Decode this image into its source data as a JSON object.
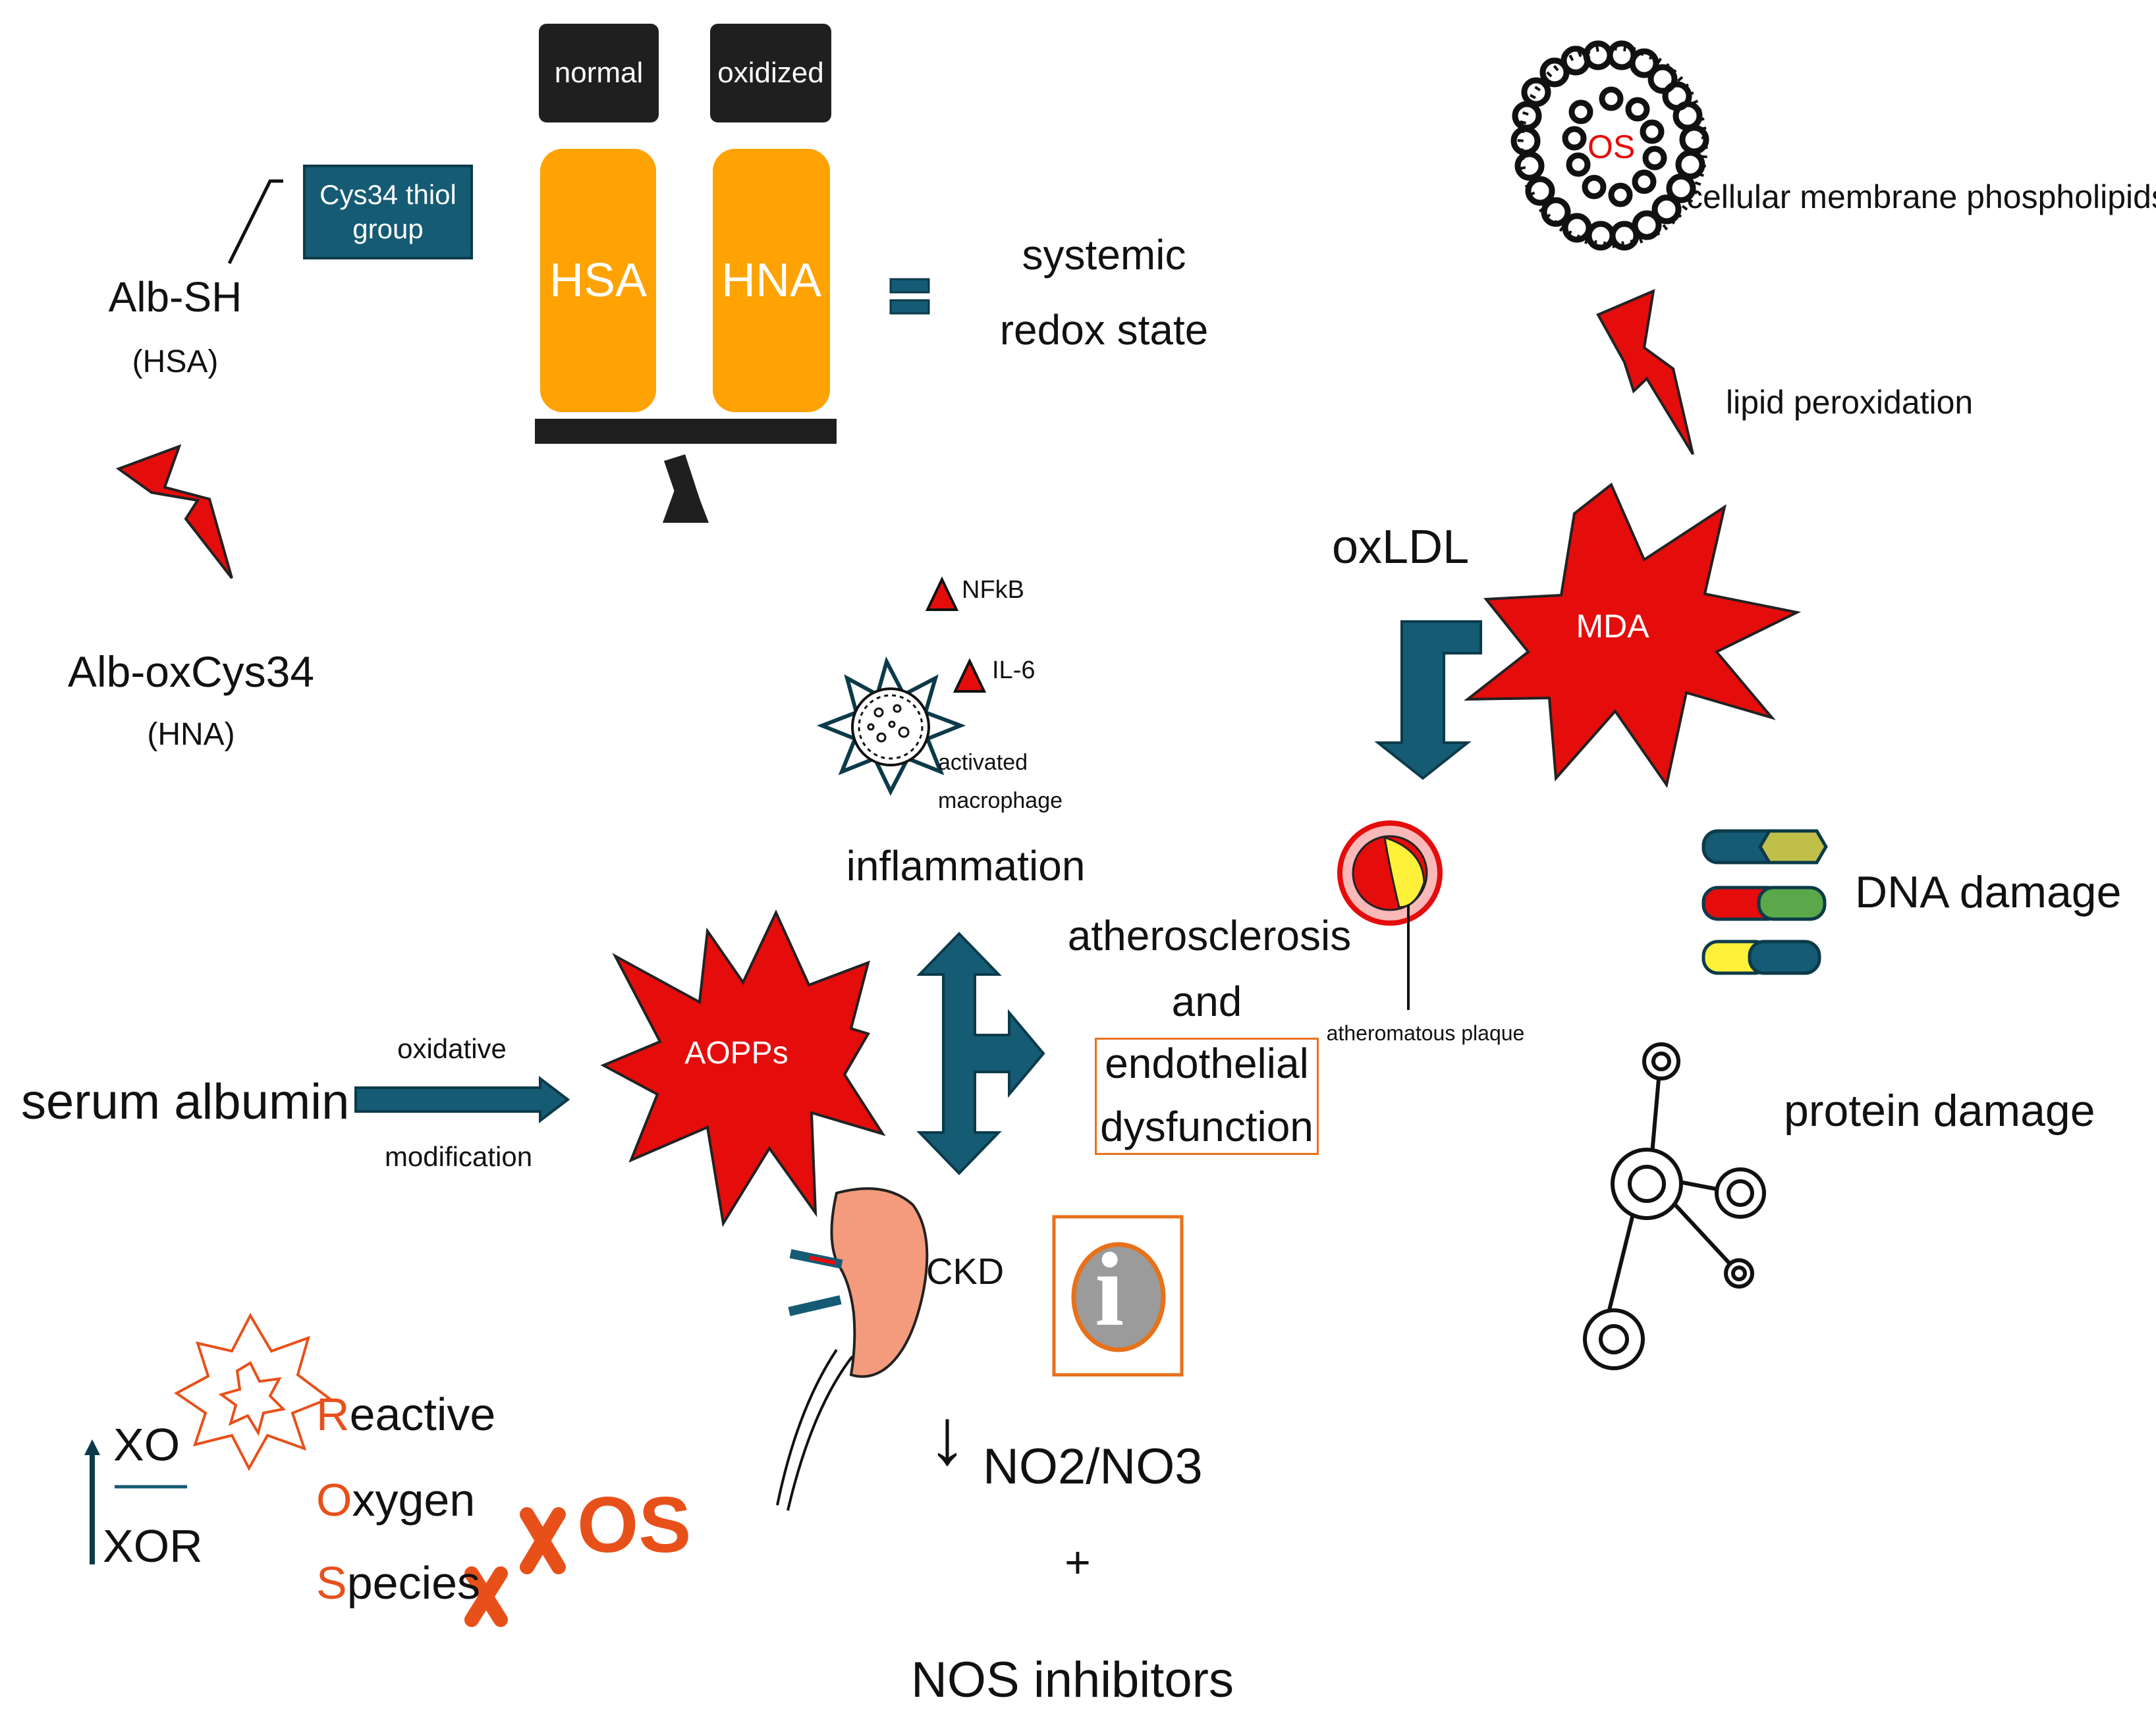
{
  "colors": {
    "teal": "#155b74",
    "orange": "#ffa203",
    "red": "#e50c0c",
    "accent_orange": "#e8501a",
    "dark": "#1f1f1f"
  },
  "balance": {
    "left_header": "normal",
    "right_header": "oxidized",
    "left_block": "HSA",
    "right_block": "HNA",
    "equals_label": "systemic",
    "equals_label2": "redox state"
  },
  "albumin": {
    "cys_box_line1": "Cys34 thiol",
    "cys_box_line2": "group",
    "alb_sh": "Alb-SH",
    "alb_sh_sub": "(HSA)",
    "alb_ox": "Alb-oxCys34",
    "alb_ox_sub": "(HNA)"
  },
  "lipid": {
    "os_label": "OS",
    "membrane_label": "cellular membrane phospholipids",
    "peroxidation_label": "lipid peroxidation",
    "oxldl_label": "oxLDL",
    "mda_label": "MDA"
  },
  "inflammation": {
    "nfkb": "NFkB",
    "il6": "IL-6",
    "macrophage_line1": "activated",
    "macrophage_line2": "macrophage",
    "label": "inflammation"
  },
  "pathway": {
    "serum_albumin": "serum albumin",
    "oxidative": "oxidative",
    "modification": "modification",
    "aopps": "AOPPs"
  },
  "athero": {
    "line1": "atherosclerosis",
    "line2": "and",
    "line3": "endothelial",
    "line4": "dysfunction",
    "plaque": "atheromatous plaque"
  },
  "damage": {
    "dna": "DNA damage",
    "protein": "protein damage"
  },
  "ckd": {
    "label": "CKD",
    "no_label": "NO2/NO3",
    "down_arrow": "↓",
    "plus": "+",
    "nos": "NOS inhibitors",
    "info_icon": "i"
  },
  "ros": {
    "xo": "XO",
    "xor": "XOR",
    "r_letter": "R",
    "r_rest": "eactive",
    "o_letter": "O",
    "o_rest": "xygen",
    "s_letter": "S",
    "s_rest": "pecies",
    "os": "OS"
  }
}
